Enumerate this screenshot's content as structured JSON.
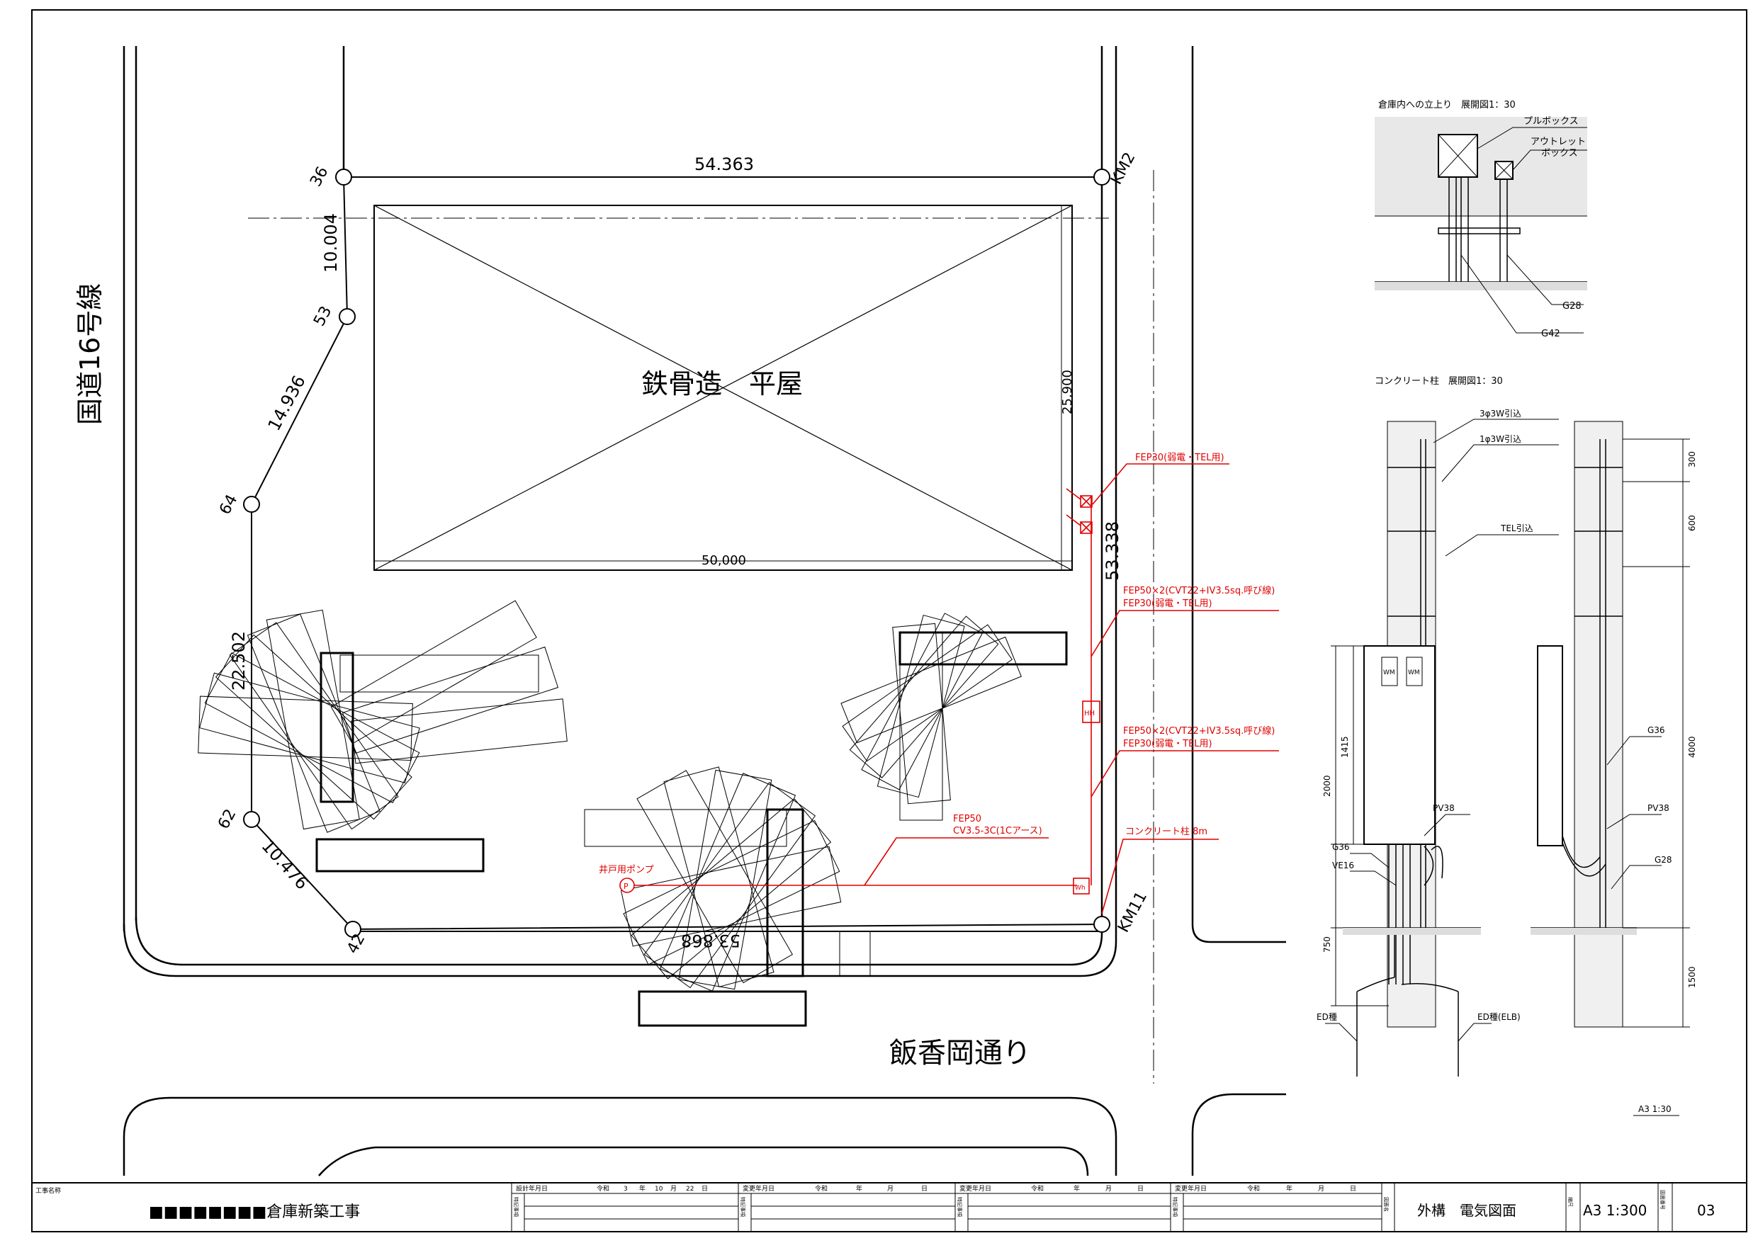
{
  "site": {
    "road_west": "国道16号線",
    "road_south": "飯香岡通り",
    "building_label": "鉄骨造　平屋",
    "building_width": "50,000",
    "building_depth": "25,900"
  },
  "survey": {
    "points": {
      "p36": "36",
      "p53": "53",
      "p64": "64",
      "p62": "62",
      "p42": "42",
      "km2": "KM2",
      "km11": "KM11"
    },
    "distances": {
      "north": "54.363",
      "d36_53": "10.004",
      "d53_64": "14.936",
      "d64_62": "22.502",
      "d62_42": "10.476",
      "south": "53.868",
      "east": "53.338"
    }
  },
  "electrical": {
    "label_fep30_top": "FEP30(弱電・TEL用)",
    "label_fep50_a1": "FEP50×2(CVT22+IV3.5sq.呼び線)",
    "label_fep50_a2": "FEP30(弱電・TEL用)",
    "label_hh": "HH",
    "label_fep50_b1": "FEP50×2(CVT22+IV3.5sq.呼び線)",
    "label_fep50_b2": "FEP30(弱電・TEL用)",
    "label_pole": "コンクリート柱 8m",
    "label_fep50_c1": "FEP50",
    "label_fep50_c2": "CV3.5-3C(1Cアース)",
    "label_pump": "井戸用ポンプ",
    "pump_symbol": "P",
    "meter_symbol": "Wh",
    "color": "#e00000"
  },
  "detail_warehouse": {
    "title": "倉庫内への立上り　展開図1：30",
    "pull_box_label": "プルボックス",
    "outlet_label_1": "アウトレット",
    "outlet_label_2": "ボックス",
    "g28": "G28",
    "g42": "G42"
  },
  "detail_pole": {
    "title": "コンクリート柱　展開図1：30",
    "label_3phase": "3φ3W引込",
    "label_1phase": "1φ3W引込",
    "label_tel": "TEL引込",
    "dim_300": "300",
    "dim_600": "600",
    "dim_4000": "4000",
    "dim_1500": "1500",
    "dim_1415": "1415",
    "dim_2000": "2000",
    "dim_750": "750",
    "wm1": "WM",
    "wm2": "WM",
    "g36_left": "G36",
    "ve16": "VE16",
    "pv38_left": "PV38",
    "g36_right": "G36",
    "pv38_right": "PV38",
    "g28": "G28",
    "ed_left": "ED種",
    "ed_right": "ED種(ELB)",
    "scale_note": "A3 1:30"
  },
  "title_block": {
    "project_caption": "工事名称",
    "project_name": "■■■■■■■■倉庫新築工事",
    "design_date_caption": "設計年月日",
    "design_era": "令和",
    "design_year": "3",
    "design_year_unit": "年",
    "design_month": "10",
    "design_month_unit": "月",
    "design_day": "22",
    "design_day_unit": "日",
    "change_caption": "変更年月日",
    "era": "令和",
    "year_unit": "年",
    "month_unit": "月",
    "day_unit": "日",
    "note_caption": "特記事項",
    "drawing_name_caption": "図面名",
    "drawing_name": "外構　電気図面",
    "scale_caption": "縮尺",
    "scale": "A3 1:300",
    "sheet_no_caption": "図面番号",
    "sheet_no": "03"
  }
}
